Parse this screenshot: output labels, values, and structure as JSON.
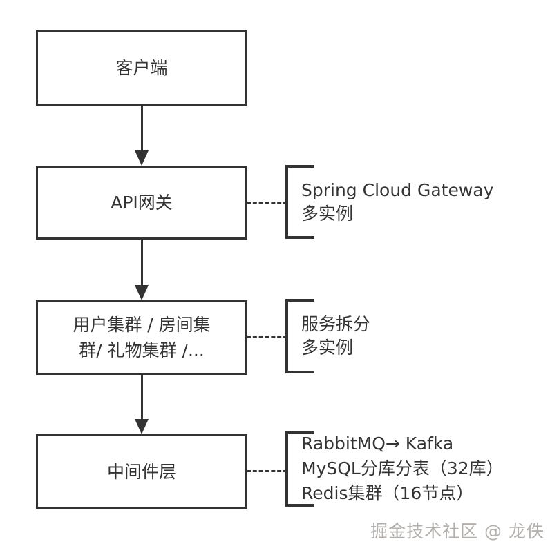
{
  "diagram": {
    "type": "flowchart",
    "nodes": [
      {
        "id": "client",
        "lines": [
          "客户端"
        ]
      },
      {
        "id": "api-gateway",
        "lines": [
          "API网关"
        ]
      },
      {
        "id": "service-clusters",
        "lines": [
          "用户集群 / 房间集",
          "群/ 礼物集群 /..."
        ]
      },
      {
        "id": "middleware",
        "lines": [
          "中间件层"
        ]
      }
    ],
    "edges": [
      {
        "from": "client",
        "to": "api-gateway",
        "style": "solid-arrow-down"
      },
      {
        "from": "api-gateway",
        "to": "service-clusters",
        "style": "solid-arrow-down"
      },
      {
        "from": "service-clusters",
        "to": "middleware",
        "style": "solid-arrow-down"
      }
    ],
    "annotations": [
      {
        "for": "api-gateway",
        "connector": "dashed",
        "lines": [
          "Spring Cloud Gateway",
          "多实例"
        ]
      },
      {
        "for": "service-clusters",
        "connector": "dashed",
        "lines": [
          "服务拆分",
          "多实例"
        ]
      },
      {
        "for": "middleware",
        "connector": "dashed",
        "lines": [
          "RabbitMQ→ Kafka",
          "MySQL分库分表（32库）",
          "Redis集群（16节点）"
        ]
      }
    ],
    "watermark": "掘金技术社区 @ 龙佚",
    "colors": {
      "stroke": "#333333",
      "text": "#333333",
      "watermark": "#b3afac",
      "background": "#ffffff"
    }
  }
}
